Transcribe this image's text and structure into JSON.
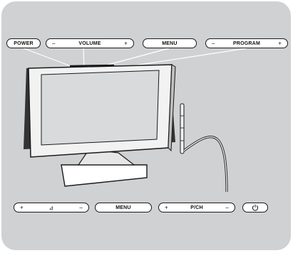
{
  "top_buttons": {
    "power": "POWER",
    "volume": {
      "minus": "–",
      "label": "VOLUME",
      "plus": "+"
    },
    "menu": "MENU",
    "program": {
      "minus": "–",
      "label": "PROGRAM",
      "plus": "+"
    }
  },
  "bottom_buttons": {
    "volume": {
      "plus": "+",
      "label": "⊿",
      "minus": "–"
    },
    "menu": "MENU",
    "pch": {
      "plus": "+",
      "label": "P/CH",
      "minus": "–"
    },
    "power_icon": "standby-power-icon"
  },
  "colors": {
    "panel": "#cfd1d3",
    "outline": "#1a1a1a",
    "tv_body": "#f2f2f2",
    "tv_screen": "#d9dadc"
  }
}
